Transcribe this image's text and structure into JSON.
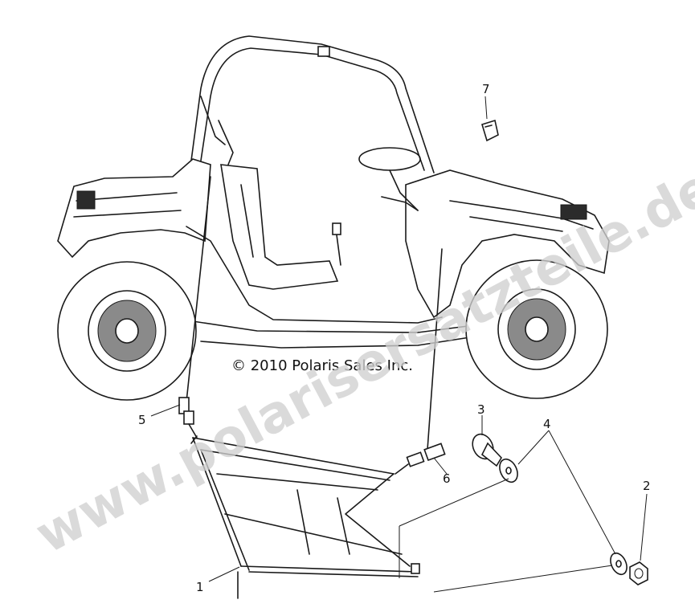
{
  "copyright": "© 2010 Polaris Sales Inc.",
  "watermark": "www.polarisersatzteile.de",
  "callouts": {
    "c1": "1",
    "c2": "2",
    "c3": "3",
    "c4": "4",
    "c5": "5",
    "c6": "6",
    "c7": "7"
  }
}
